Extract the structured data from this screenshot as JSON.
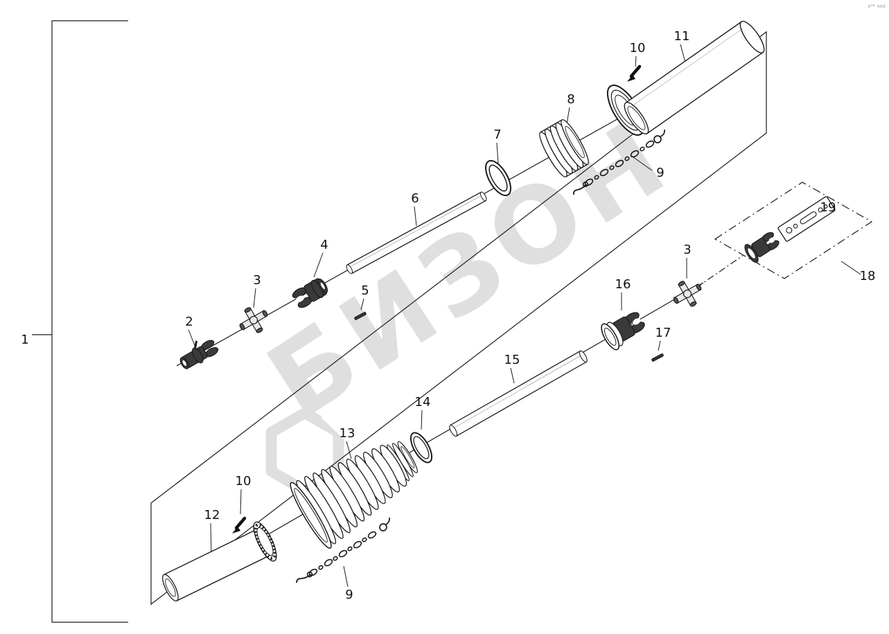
{
  "watermark": {
    "text": "БИЗОН",
    "color": "#c5c5c5"
  },
  "corner_note": "x** xxx",
  "labels": {
    "l1": "1",
    "l2": "2",
    "l3a": "3",
    "l3b": "3",
    "l4": "4",
    "l5": "5",
    "l6": "6",
    "l7": "7",
    "l8": "8",
    "l9a": "9",
    "l9b": "9",
    "l10a": "10",
    "l10b": "10",
    "l11": "11",
    "l12": "12",
    "l13": "13",
    "l14": "14",
    "l15": "15",
    "l16": "16",
    "l17": "17",
    "l18": "18",
    "l19": "19"
  }
}
